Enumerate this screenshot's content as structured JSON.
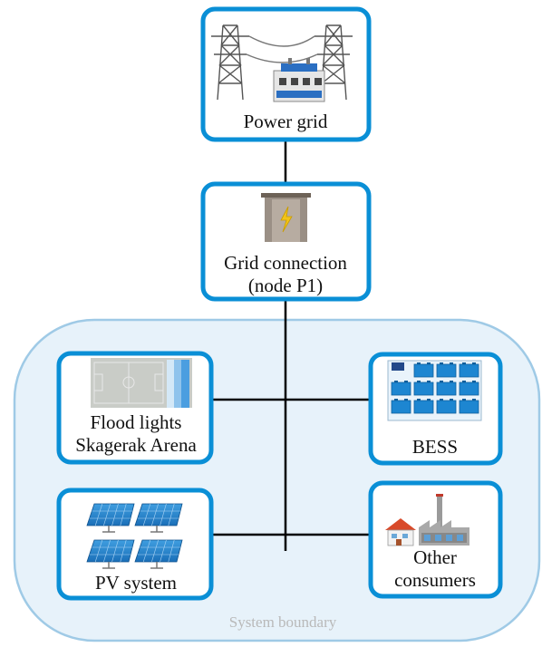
{
  "boundary": {
    "label": "System boundary",
    "fill": "#e7f2fa",
    "stroke": "#9fcae6"
  },
  "accent": "#0a8fd6",
  "nodes": {
    "power_grid": {
      "label": "Power grid",
      "icon": "transmission-towers-substation-icon"
    },
    "grid_connection": {
      "line1": "Grid connection",
      "line2": "(node P1)",
      "icon": "electrical-cabinet-icon"
    },
    "flood_lights": {
      "line1": "Flood lights",
      "line2": "Skagerak Arena",
      "icon": "football-field-icon"
    },
    "bess": {
      "label": "BESS",
      "icon": "battery-pack-icon"
    },
    "pv_system": {
      "label": "PV system",
      "icon": "solar-panels-icon"
    },
    "other_consumers": {
      "line1": "Other",
      "line2": "consumers",
      "icon": "house-and-factory-icon"
    }
  }
}
